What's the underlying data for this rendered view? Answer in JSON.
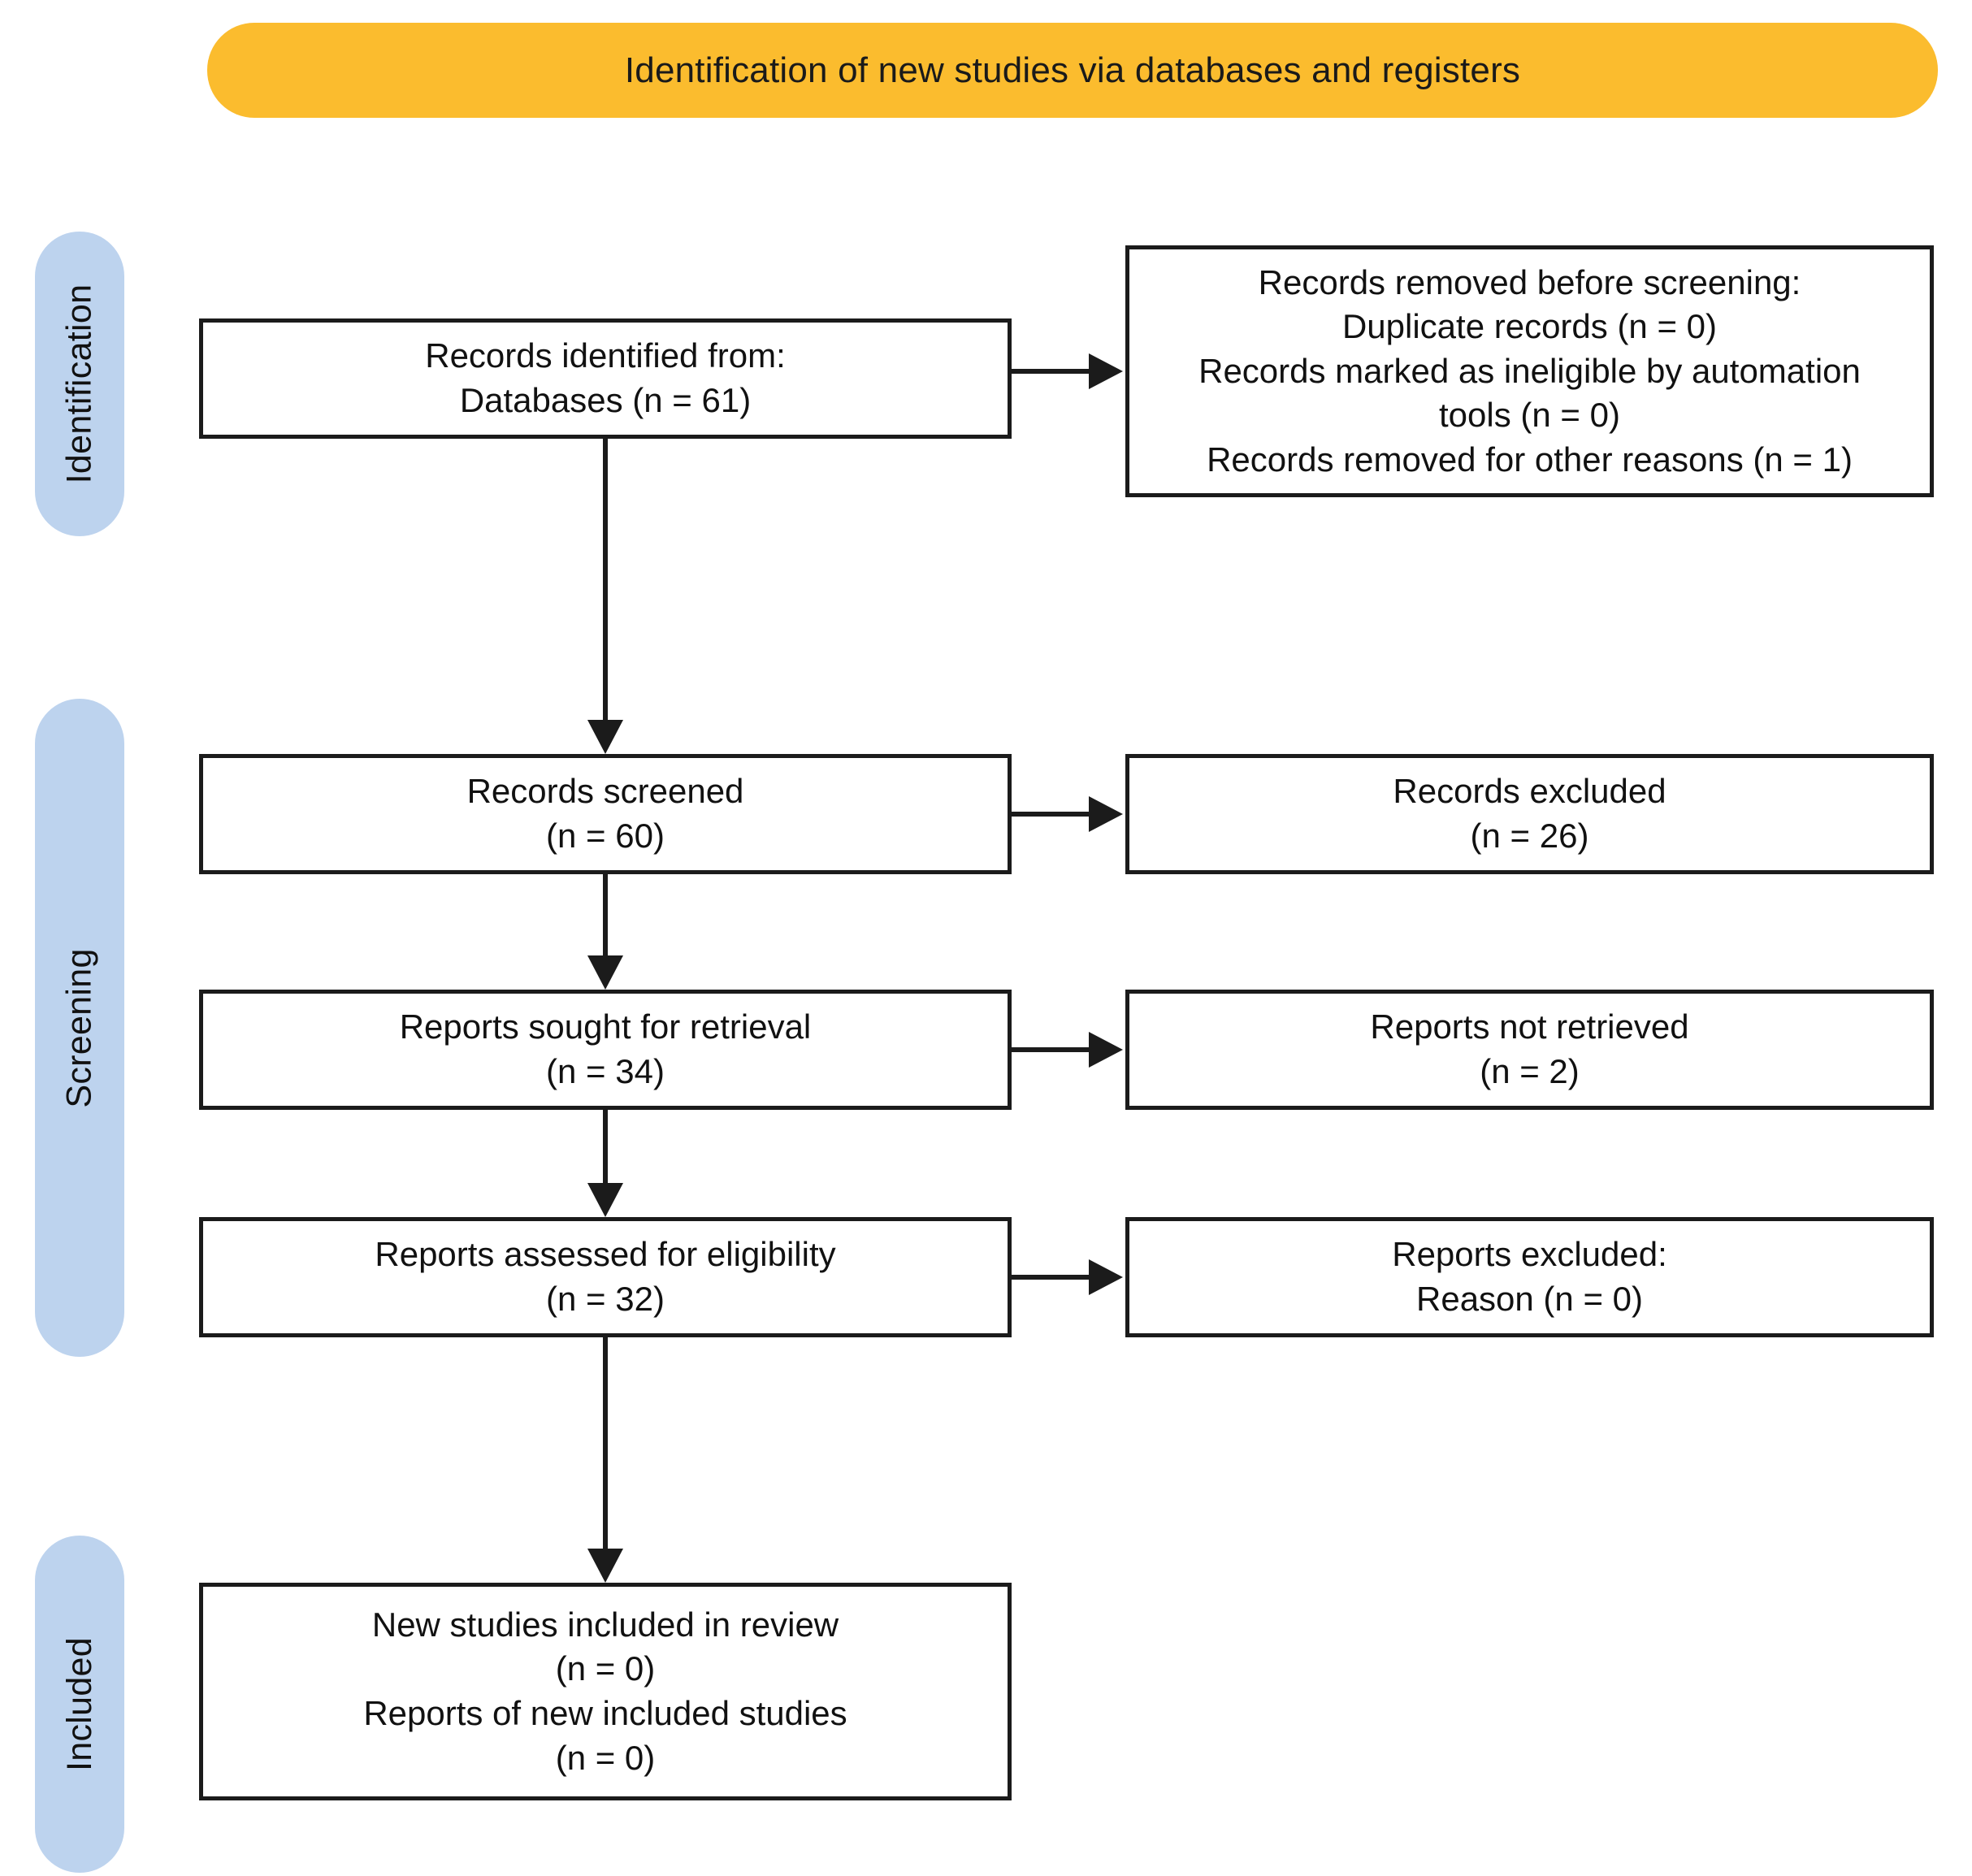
{
  "header": {
    "title": "Identification of new studies via databases and registers",
    "background_color": "#FBBC2E"
  },
  "stages": {
    "accent_color": "#BDD3EE",
    "items": [
      {
        "id": "identification",
        "label": "Identification"
      },
      {
        "id": "screening",
        "label": "Screening"
      },
      {
        "id": "included",
        "label": "Included"
      }
    ]
  },
  "boxes": {
    "identified": {
      "lines": [
        "Records identified from:",
        "Databases (n = 61)"
      ]
    },
    "removed": {
      "lines": [
        "Records removed before screening:",
        "Duplicate records (n = 0)",
        "Records marked as ineligible by automation",
        "tools (n = 0)",
        "Records removed for other reasons (n = 1)"
      ]
    },
    "screened": {
      "lines": [
        "Records screened",
        "(n = 60)"
      ]
    },
    "excluded": {
      "lines": [
        "Records excluded",
        "(n = 26)"
      ]
    },
    "sought": {
      "lines": [
        "Reports sought for retrieval",
        "(n = 34)"
      ]
    },
    "not_retrieved": {
      "lines": [
        "Reports not retrieved",
        "(n = 2)"
      ]
    },
    "assessed": {
      "lines": [
        "Reports assessed for eligibility",
        "(n = 32)"
      ]
    },
    "reports_excluded": {
      "lines": [
        "Reports excluded:",
        "Reason (n =  0)"
      ]
    },
    "included": {
      "lines": [
        "New studies included in review",
        "(n = 0)",
        "Reports of new included studies",
        "(n = 0)"
      ]
    }
  },
  "chart_data": {
    "type": "diagram",
    "title": "Identification of new studies via databases and registers",
    "diagram_kind": "PRISMA 2020 flow diagram",
    "stages": [
      "Identification",
      "Screening",
      "Included"
    ],
    "nodes": [
      {
        "id": "identified",
        "stage": "Identification",
        "label": "Records identified from: Databases",
        "n": 61
      },
      {
        "id": "removed",
        "stage": "Identification",
        "label": "Records removed before screening",
        "duplicate_records": 0,
        "marked_ineligible_by_automation_tools": 0,
        "removed_for_other_reasons": 1
      },
      {
        "id": "screened",
        "stage": "Screening",
        "label": "Records screened",
        "n": 60
      },
      {
        "id": "excluded",
        "stage": "Screening",
        "label": "Records excluded",
        "n": 26
      },
      {
        "id": "sought",
        "stage": "Screening",
        "label": "Reports sought for retrieval",
        "n": 34
      },
      {
        "id": "not_retrieved",
        "stage": "Screening",
        "label": "Reports not retrieved",
        "n": 2
      },
      {
        "id": "assessed",
        "stage": "Screening",
        "label": "Reports assessed for eligibility",
        "n": 32
      },
      {
        "id": "reports_excluded",
        "stage": "Screening",
        "label": "Reports excluded: Reason",
        "n": 0
      },
      {
        "id": "included",
        "stage": "Included",
        "label": "New studies included in review",
        "n": 0,
        "reports_of_new_included_studies": 0
      }
    ],
    "edges": [
      {
        "from": "identified",
        "to": "removed",
        "direction": "right"
      },
      {
        "from": "identified",
        "to": "screened",
        "direction": "down"
      },
      {
        "from": "screened",
        "to": "excluded",
        "direction": "right"
      },
      {
        "from": "screened",
        "to": "sought",
        "direction": "down"
      },
      {
        "from": "sought",
        "to": "not_retrieved",
        "direction": "right"
      },
      {
        "from": "sought",
        "to": "assessed",
        "direction": "down"
      },
      {
        "from": "assessed",
        "to": "reports_excluded",
        "direction": "right"
      },
      {
        "from": "assessed",
        "to": "included",
        "direction": "down"
      }
    ]
  }
}
